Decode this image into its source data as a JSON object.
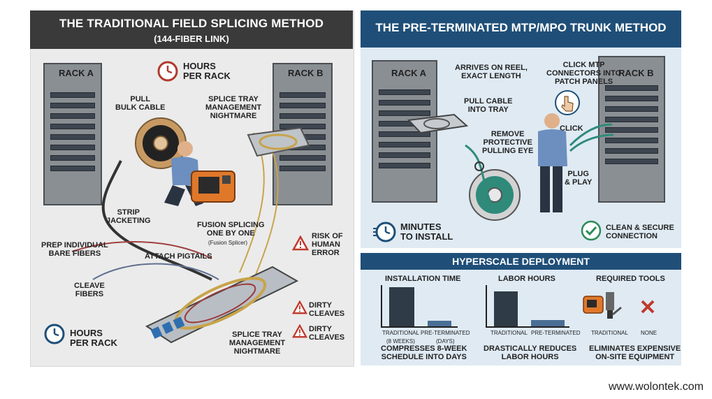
{
  "left": {
    "title": "THE TRADITIONAL FIELD SPLICING METHOD",
    "subtitle": "(144-FIBER LINK)",
    "rack_a": "RACK A",
    "rack_b": "RACK B",
    "hours_per_rack_top": [
      "HOURS",
      "PER RACK"
    ],
    "pull_bulk_cable": [
      "PULL",
      "BULK CABLE"
    ],
    "splice_tray_top": [
      "SPLICE TRAY",
      "MANAGEMENT",
      "NIGHTMARE"
    ],
    "strip_jacketing": [
      "STRIP",
      "JACKETING"
    ],
    "fusion_splicing": [
      "FUSION SPLICING",
      "ONE BY ONE"
    ],
    "fusion_splicer": "(Fusion Splicer)",
    "prep_fibers": [
      "PREP INDIVIDUAL",
      "BARE FIBERS"
    ],
    "attach_pigtails": "ATTACH PIGTAILS",
    "risk": [
      "RISK OF",
      "HUMAN",
      "ERROR"
    ],
    "cleave_fibers": [
      "CLEAVE",
      "FIBERS"
    ],
    "dirty_cleaves": [
      "DIRTY",
      "CLEAVES"
    ],
    "hours_per_rack_bottom": [
      "HOURS",
      "PER RACK"
    ],
    "splice_tray_bottom": [
      "SPLICE TRAY",
      "MANAGEMENT",
      "NIGHTMARE"
    ]
  },
  "right": {
    "title": "THE PRE-TERMINATED MTP/MPO TRUNK METHOD",
    "rack_a": "RACK A",
    "rack_b": "RACK B",
    "arrives": [
      "ARRIVES ON REEL,",
      "EXACT LENGTH"
    ],
    "pull_cable": [
      "PULL CABLE",
      "INTO TRAY"
    ],
    "remove_eye": [
      "REMOVE",
      "PROTECTIVE",
      "PULLING EYE"
    ],
    "click_mtp": [
      "CLICK MTP",
      "CONNECTORS INTO",
      "PATCH PANELS"
    ],
    "click": "CLICK",
    "plug_play": [
      "PLUG",
      "& PLAY"
    ],
    "minutes": [
      "MINUTES",
      "TO INSTALL"
    ],
    "clean": [
      "CLEAN & SECURE",
      "CONNECTION"
    ]
  },
  "hyperscale": {
    "title": "HYPERSCALE DEPLOYMENT",
    "installation_time": {
      "title": "INSTALLATION TIME",
      "bars": [
        {
          "label": [
            "TRADITIONAL",
            "(8 WEEKS)"
          ],
          "value": 8
        },
        {
          "label": [
            "PRE-TERMINATED",
            "(DAYS)"
          ],
          "value": 1.2
        }
      ],
      "caption": [
        "COMPRESSES 8-WEEK",
        "SCHEDULE INTO DAYS"
      ]
    },
    "labor_hours": {
      "title": "LABOR HOURS",
      "bars": [
        {
          "label": [
            "TRADITIONAL"
          ],
          "value": 100
        },
        {
          "label": [
            "PRE-TERMINATED"
          ],
          "value": 18
        }
      ],
      "caption": [
        "DRASTICALLY REDUCES",
        "LABOR HOURS"
      ]
    },
    "required_tools": {
      "title": "REQUIRED TOOLS",
      "labels": [
        "TRADITIONAL",
        "NONE"
      ],
      "caption": [
        "ELIMINATES EXPENSIVE",
        "ON-SITE EQUIPMENT"
      ]
    }
  },
  "footer": "www.wolontek.com",
  "colors": {
    "dark_header": "#3a3a3a",
    "blue_header": "#1f4f78",
    "light_blue": "#dfeaf3",
    "warning": "#c0392b",
    "check": "#2e8b57"
  }
}
